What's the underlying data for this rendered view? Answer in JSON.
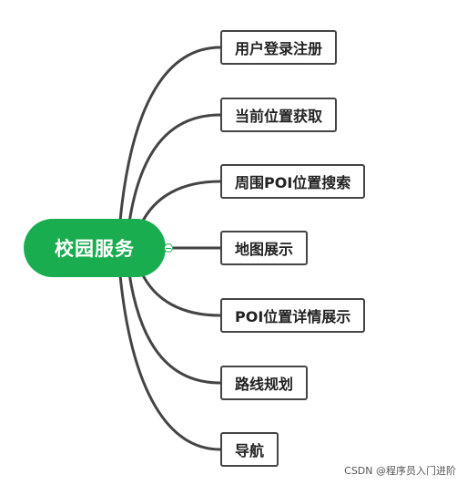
{
  "root": {
    "label": "校园服务"
  },
  "branches": [
    {
      "label": "用户登录注册"
    },
    {
      "label": "当前位置获取"
    },
    {
      "label": "周围POI位置搜索"
    },
    {
      "label": "地图展示"
    },
    {
      "label": "POI位置详情展示"
    },
    {
      "label": "路线规划"
    },
    {
      "label": "导航"
    }
  ],
  "watermark": "CSDN @程序员入门进阶",
  "colors": {
    "root_fill": "#1aad4f",
    "line": "#444444",
    "node_border": "#444444"
  }
}
